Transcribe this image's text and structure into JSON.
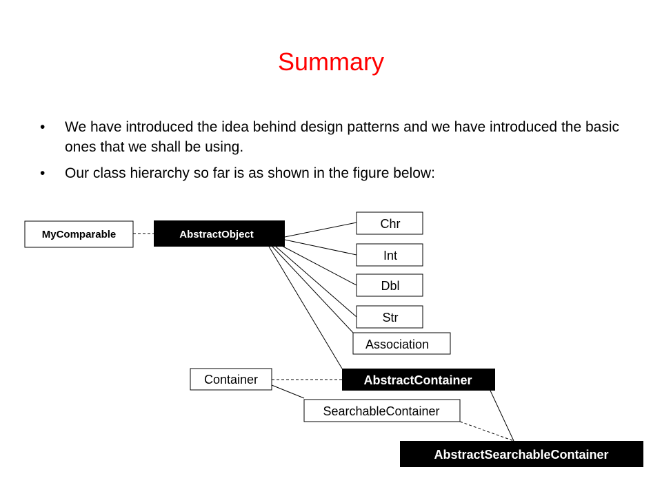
{
  "slide": {
    "title": "Summary",
    "bullets": [
      "We have introduced the idea behind design patterns and we have introduced the basic ones that we shall be using.",
      "Our class hierarchy so far is as shown in the figure below:"
    ],
    "bullet_glyph": "•"
  },
  "diagram": {
    "nodes": {
      "my_comparable": "MyComparable",
      "abstract_object": "AbstractObject",
      "chr": "Chr",
      "int": "Int",
      "dbl": "Dbl",
      "str": "Str",
      "association": "Association",
      "container": "Container",
      "abstract_container": "AbstractContainer",
      "searchable_container": "SearchableContainer",
      "abstract_searchable_container": "AbstractSearchableContainer"
    },
    "colors": {
      "title": "#ff0000",
      "abstract_fill": "#000000",
      "abstract_text": "#ffffff",
      "interface_fill": "#ffffff",
      "line": "#000000"
    }
  }
}
